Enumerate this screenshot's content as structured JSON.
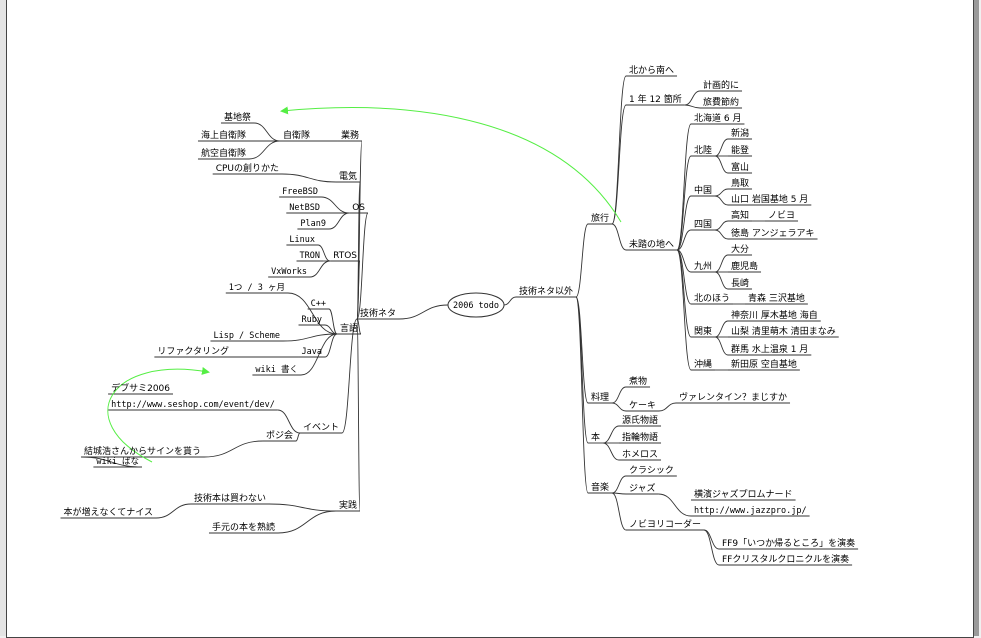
{
  "root": "2006 todo",
  "colors": {
    "line": "#333333",
    "arrow": "#55ee44",
    "background": "#ffffff"
  },
  "nodes": {
    "tech": "技術ネタ",
    "business": "業務",
    "jieitai": "自衛隊",
    "kichisai": "基地祭",
    "kaijo": "海上自衛隊",
    "koku": "航空自衛隊",
    "denki": "電気",
    "cpu": "CPUの創りかた",
    "os": "OS",
    "freebsd": "FreeBSD",
    "netbsd": "NetBSD",
    "plan9": "Plan9",
    "rtos": "RTOS",
    "linux": "Linux",
    "tron": "TRON",
    "vxworks": "VxWorks",
    "gengo": "言語",
    "hitotsu": "1つ / 3 ヶ月",
    "cpp": "C++",
    "ruby": "Ruby",
    "lisp": "Lisp / Scheme",
    "java": "Java",
    "refactor": "リファクタリング",
    "wikikaku": "wiki 書く",
    "event": "イベント",
    "devsumi": "デブサミ2006",
    "devsumi_url": "http://www.seshop.com/event/dev/",
    "pojikai": "ポジ会",
    "yuki": "結城浩さんからサインを貰う",
    "wikibana": "wiki ばな",
    "jissen": "実践",
    "gijutsuhon": "技術本は買わない",
    "honga": "本が増えなくてナイス",
    "temoto": "手元の本を熟読",
    "nontech": "技術ネタ以外",
    "ryoko": "旅行",
    "kitakara": "北から南へ",
    "ichinen": "1 年 12 箇所",
    "keikaku": "計画的に",
    "ryohi": "旅費節約",
    "mito": "未踏の地へ",
    "hokkaido": "北海道 6 月",
    "hokuriku": "北陸",
    "niigata": "新潟",
    "noto": "能登",
    "toyama": "富山",
    "chugoku": "中国",
    "tottori": "鳥取",
    "yamaguchi": "山口 岩国基地 5 月",
    "shikoku": "四国",
    "kochi": "高知",
    "nobiyo": "ノビヨ",
    "tokushima": "徳島 アンジェラアキ",
    "kyushu": "九州",
    "oita": "大分",
    "kagoshima": "鹿児島",
    "nagasaki": "長崎",
    "kitanoho": "北のほう",
    "aomori": "青森 三沢基地",
    "kanto": "関東",
    "kanagawa": "神奈川 厚木基地 海自",
    "yamanashi": "山梨 清里萌木 清田まなみ",
    "gunma": "群馬 水上温泉 1 月",
    "okinawa": "沖縄",
    "nitabaru": "新田原 空自基地",
    "ryori": "料理",
    "nimono": "煮物",
    "cake": "ケーキ",
    "valentine": "ヴァレンタイン？まじすか",
    "hon": "本",
    "genji": "源氏物語",
    "yubiwa": "指輪物語",
    "homeros": "ホメロス",
    "ongaku": "音楽",
    "classic": "クラシック",
    "jazz": "ジャズ",
    "yokohama": "横濱ジャズプロムナード",
    "jazzpro_url": "http://www.jazzpro.jp/",
    "nobiyorecorder": "ノビヨリコーダー",
    "ff9": "FF9「いつか帰るところ」を演奏",
    "ffcc": "FFクリスタルクロニクルを演奏"
  }
}
